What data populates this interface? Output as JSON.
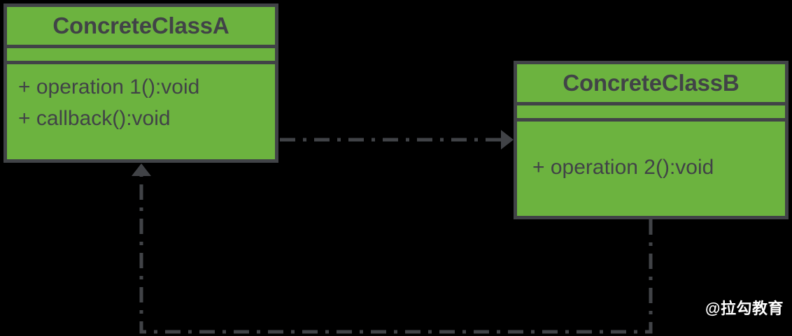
{
  "diagram": {
    "type": "uml-class-diagram",
    "title": "Callback / dependency relationship between ConcreteClassA and ConcreteClassB",
    "colors": {
      "class_fill": "#6CB33F",
      "stroke": "#414347",
      "background": "#000000",
      "watermark": "#FFFFFF"
    },
    "classes": [
      {
        "id": "class-a",
        "name": "ConcreteClassA",
        "attributes": [],
        "operations": [
          "+ operation 1():void",
          "+ callback():void"
        ]
      },
      {
        "id": "class-b",
        "name": "ConcreteClassB",
        "attributes": [],
        "operations": [
          "+ operation 2():void"
        ]
      }
    ],
    "relationships": [
      {
        "id": "rel-a-to-b",
        "kind": "dependency",
        "line_style": "dash-dot",
        "arrowhead": "solid-triangle",
        "from": "ConcreteClassA",
        "to": "ConcreteClassB",
        "label": ""
      },
      {
        "id": "rel-b-to-a",
        "kind": "dependency",
        "line_style": "dash-dot",
        "arrowhead": "solid-triangle",
        "from": "ConcreteClassB",
        "to": "ConcreteClassA",
        "label": ""
      }
    ]
  },
  "watermark": {
    "text": "@拉勾教育"
  }
}
